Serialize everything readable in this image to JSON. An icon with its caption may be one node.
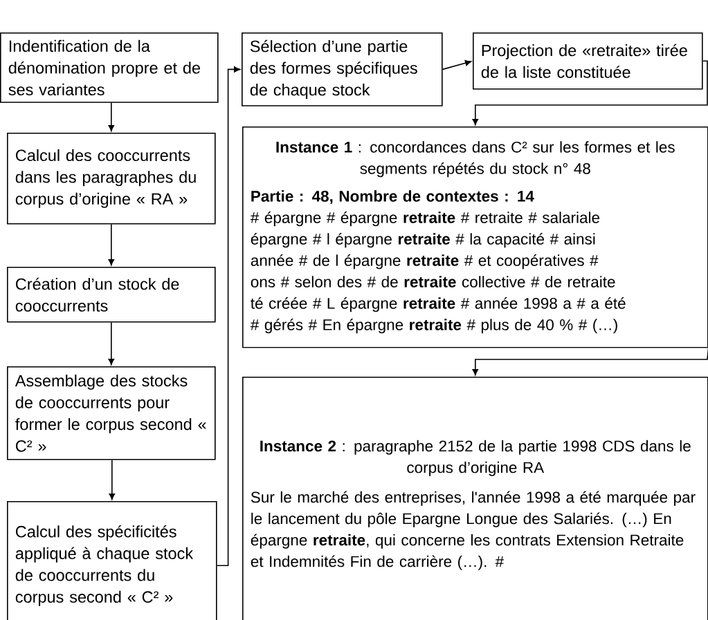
{
  "diagram": {
    "nodes": [
      {
        "text": [
          "Indentification de la dénomination propre et de ses variantes"
        ]
      },
      {
        "text": [
          "Calcul des cooccurrents dans les paragraphes du corpus d’origine « RA »"
        ]
      },
      {
        "text": [
          "Création d’un stock de cooccurrents"
        ]
      },
      {
        "text": [
          "Assemblage des stocks de cooccurrents pour former le corpus second « C² »"
        ]
      },
      {
        "text": [
          "Calcul des spécificités appliqué à chaque stock de cooccurrents du corpus second « C² »"
        ]
      },
      {
        "text": [
          "Sélection d’une partie des formes spécifiques de chaque stock"
        ]
      },
      {
        "text": [
          "Projection de «retraite» tirée de la liste constituée"
        ]
      },
      {
        "text": [
          "**Instance 1** : concordances dans C² sur les formes et les segments répétés du stock n° 48",
          "Partie : 48, Nombre de contextes : 14",
          "# épargne # épargne **retraite** # retraite # salariale",
          "épargne # l épargne **retraite** # la capacité # ainsi",
          "année # de l épargne **retraite** # et coopératives #",
          "ons # selon des # de **retraite** collective # de retraite",
          "té créée # L épargne **retraite** # année 1998 a # a été",
          "# gérés # En épargne **retraite** # plus de 40 % # (…)"
        ]
      },
      {
        "text": [
          "**Instance 2** : paragraphe 2152 de la partie 1998 CDS dans le corpus d’origine RA",
          "Sur le marché des entreprises, l'année 1998 a été marquée par le lancement du pôle Epargne Longue des Salariés. (…) En épargne **retraite**, qui concerne les contrats Extension Retraite et Indemnités Fin de carrière (…). #"
        ]
      }
    ],
    "edges": [
      {
        "from": 0,
        "to": 1,
        "arrow": "to"
      },
      {
        "from": 1,
        "to": 2,
        "arrow": "to"
      },
      {
        "from": 2,
        "to": 3,
        "arrow": "to"
      },
      {
        "from": 3,
        "to": 4,
        "arrow": "to"
      },
      {
        "from": 4,
        "to": 5,
        "arrow": "to"
      },
      {
        "from": 5,
        "to": 6,
        "arrow": "to"
      },
      {
        "from": 6,
        "to": 7,
        "arrow": "to"
      },
      {
        "from": 7,
        "to": 8,
        "arrow": "to"
      }
    ]
  }
}
